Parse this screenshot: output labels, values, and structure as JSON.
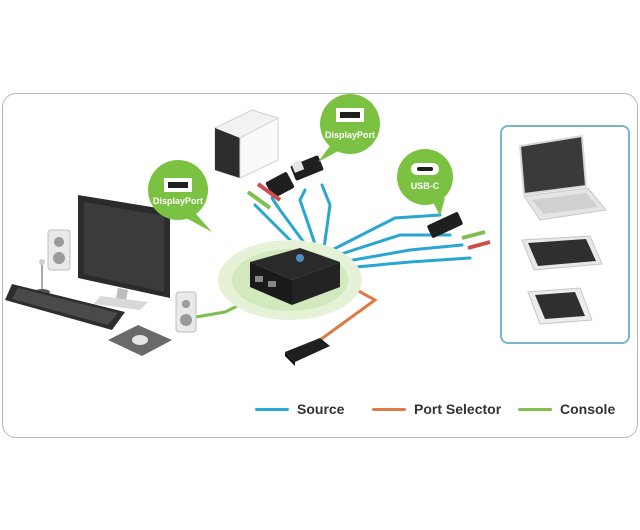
{
  "diagram": {
    "bubbles": [
      {
        "id": "left",
        "label": "DisplayPort"
      },
      {
        "id": "top",
        "label": "DisplayPort"
      },
      {
        "id": "right",
        "label": "USB-C"
      }
    ],
    "legend": [
      {
        "label": "Source",
        "color": "#29a6d1"
      },
      {
        "label": "Port Selector",
        "color": "#e07a44"
      },
      {
        "label": "Console",
        "color": "#7fbf4d"
      }
    ],
    "colors": {
      "source": "#29a6d1",
      "port_selector": "#e07a44",
      "console": "#7fbf4d",
      "bubble": "#7cc242",
      "frame_border": "#b9b9b9",
      "devices_border": "#79b7c7"
    }
  }
}
